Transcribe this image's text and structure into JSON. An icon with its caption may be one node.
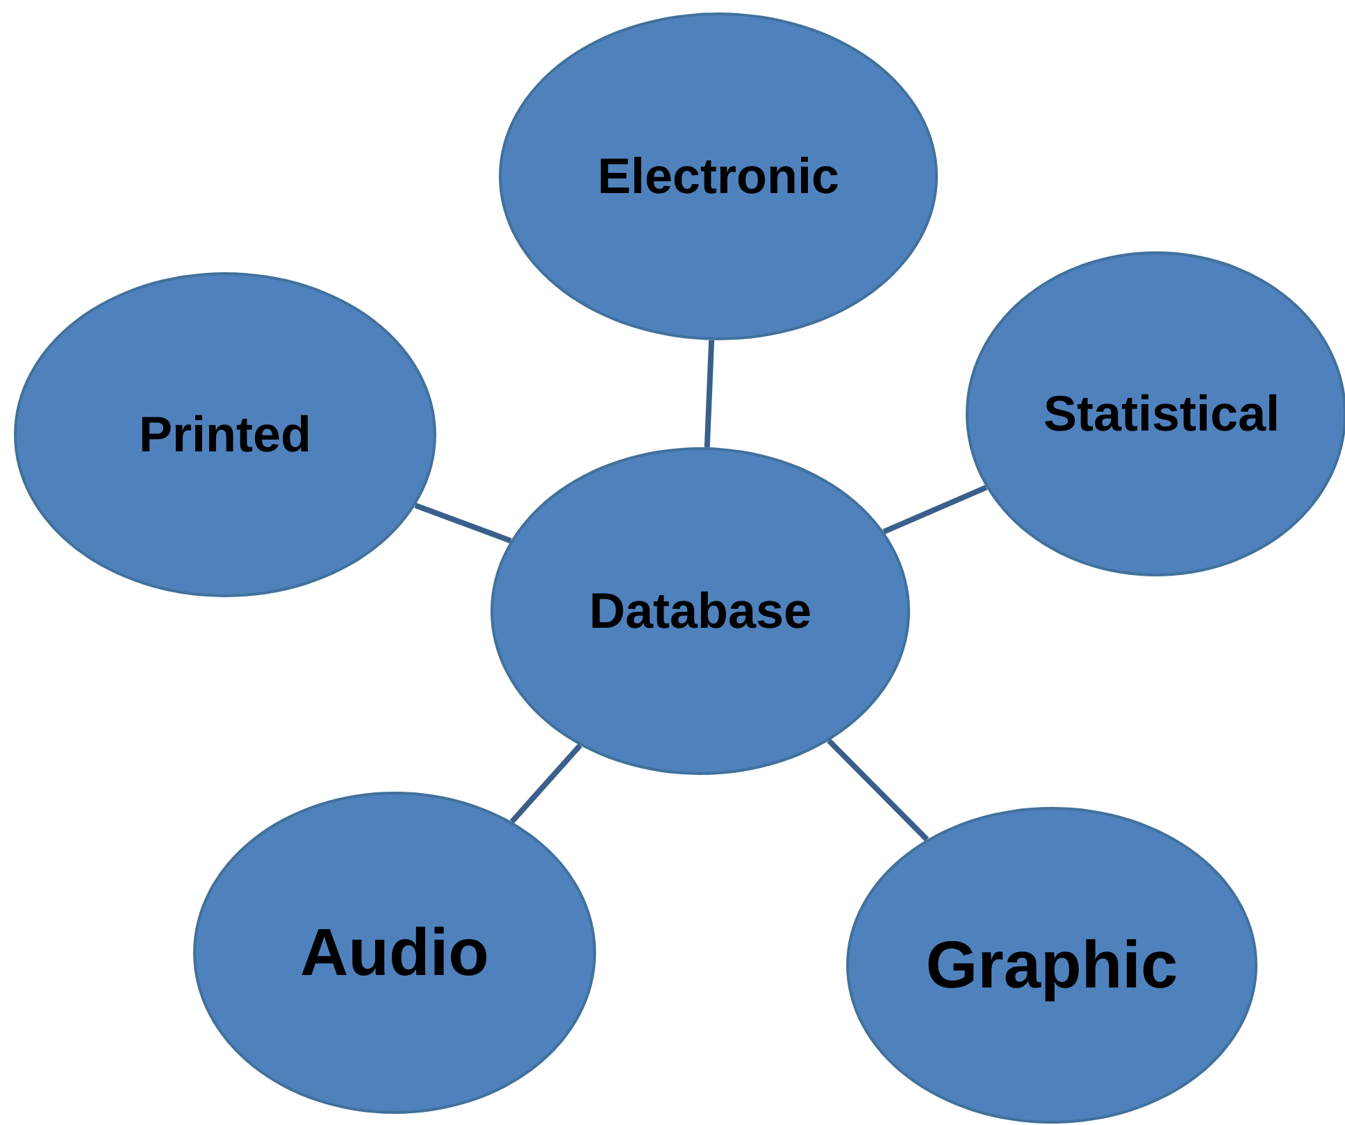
{
  "diagram": {
    "nodes": [
      {
        "text": [
          "Electronic"
        ]
      },
      {
        "text": [
          "Printed"
        ]
      },
      {
        "text": [
          "Statistical"
        ]
      },
      {
        "text": [
          "Database"
        ]
      },
      {
        "text": [
          "Audio"
        ]
      },
      {
        "text": [
          "Graphic"
        ]
      }
    ],
    "edges": [
      {
        "from": 3,
        "to": 0,
        "arrow": "none"
      },
      {
        "from": 3,
        "to": 1,
        "arrow": "none"
      },
      {
        "from": 3,
        "to": 2,
        "arrow": "none"
      },
      {
        "from": 3,
        "to": 4,
        "arrow": "none"
      },
      {
        "from": 3,
        "to": 5,
        "arrow": "none"
      }
    ]
  }
}
